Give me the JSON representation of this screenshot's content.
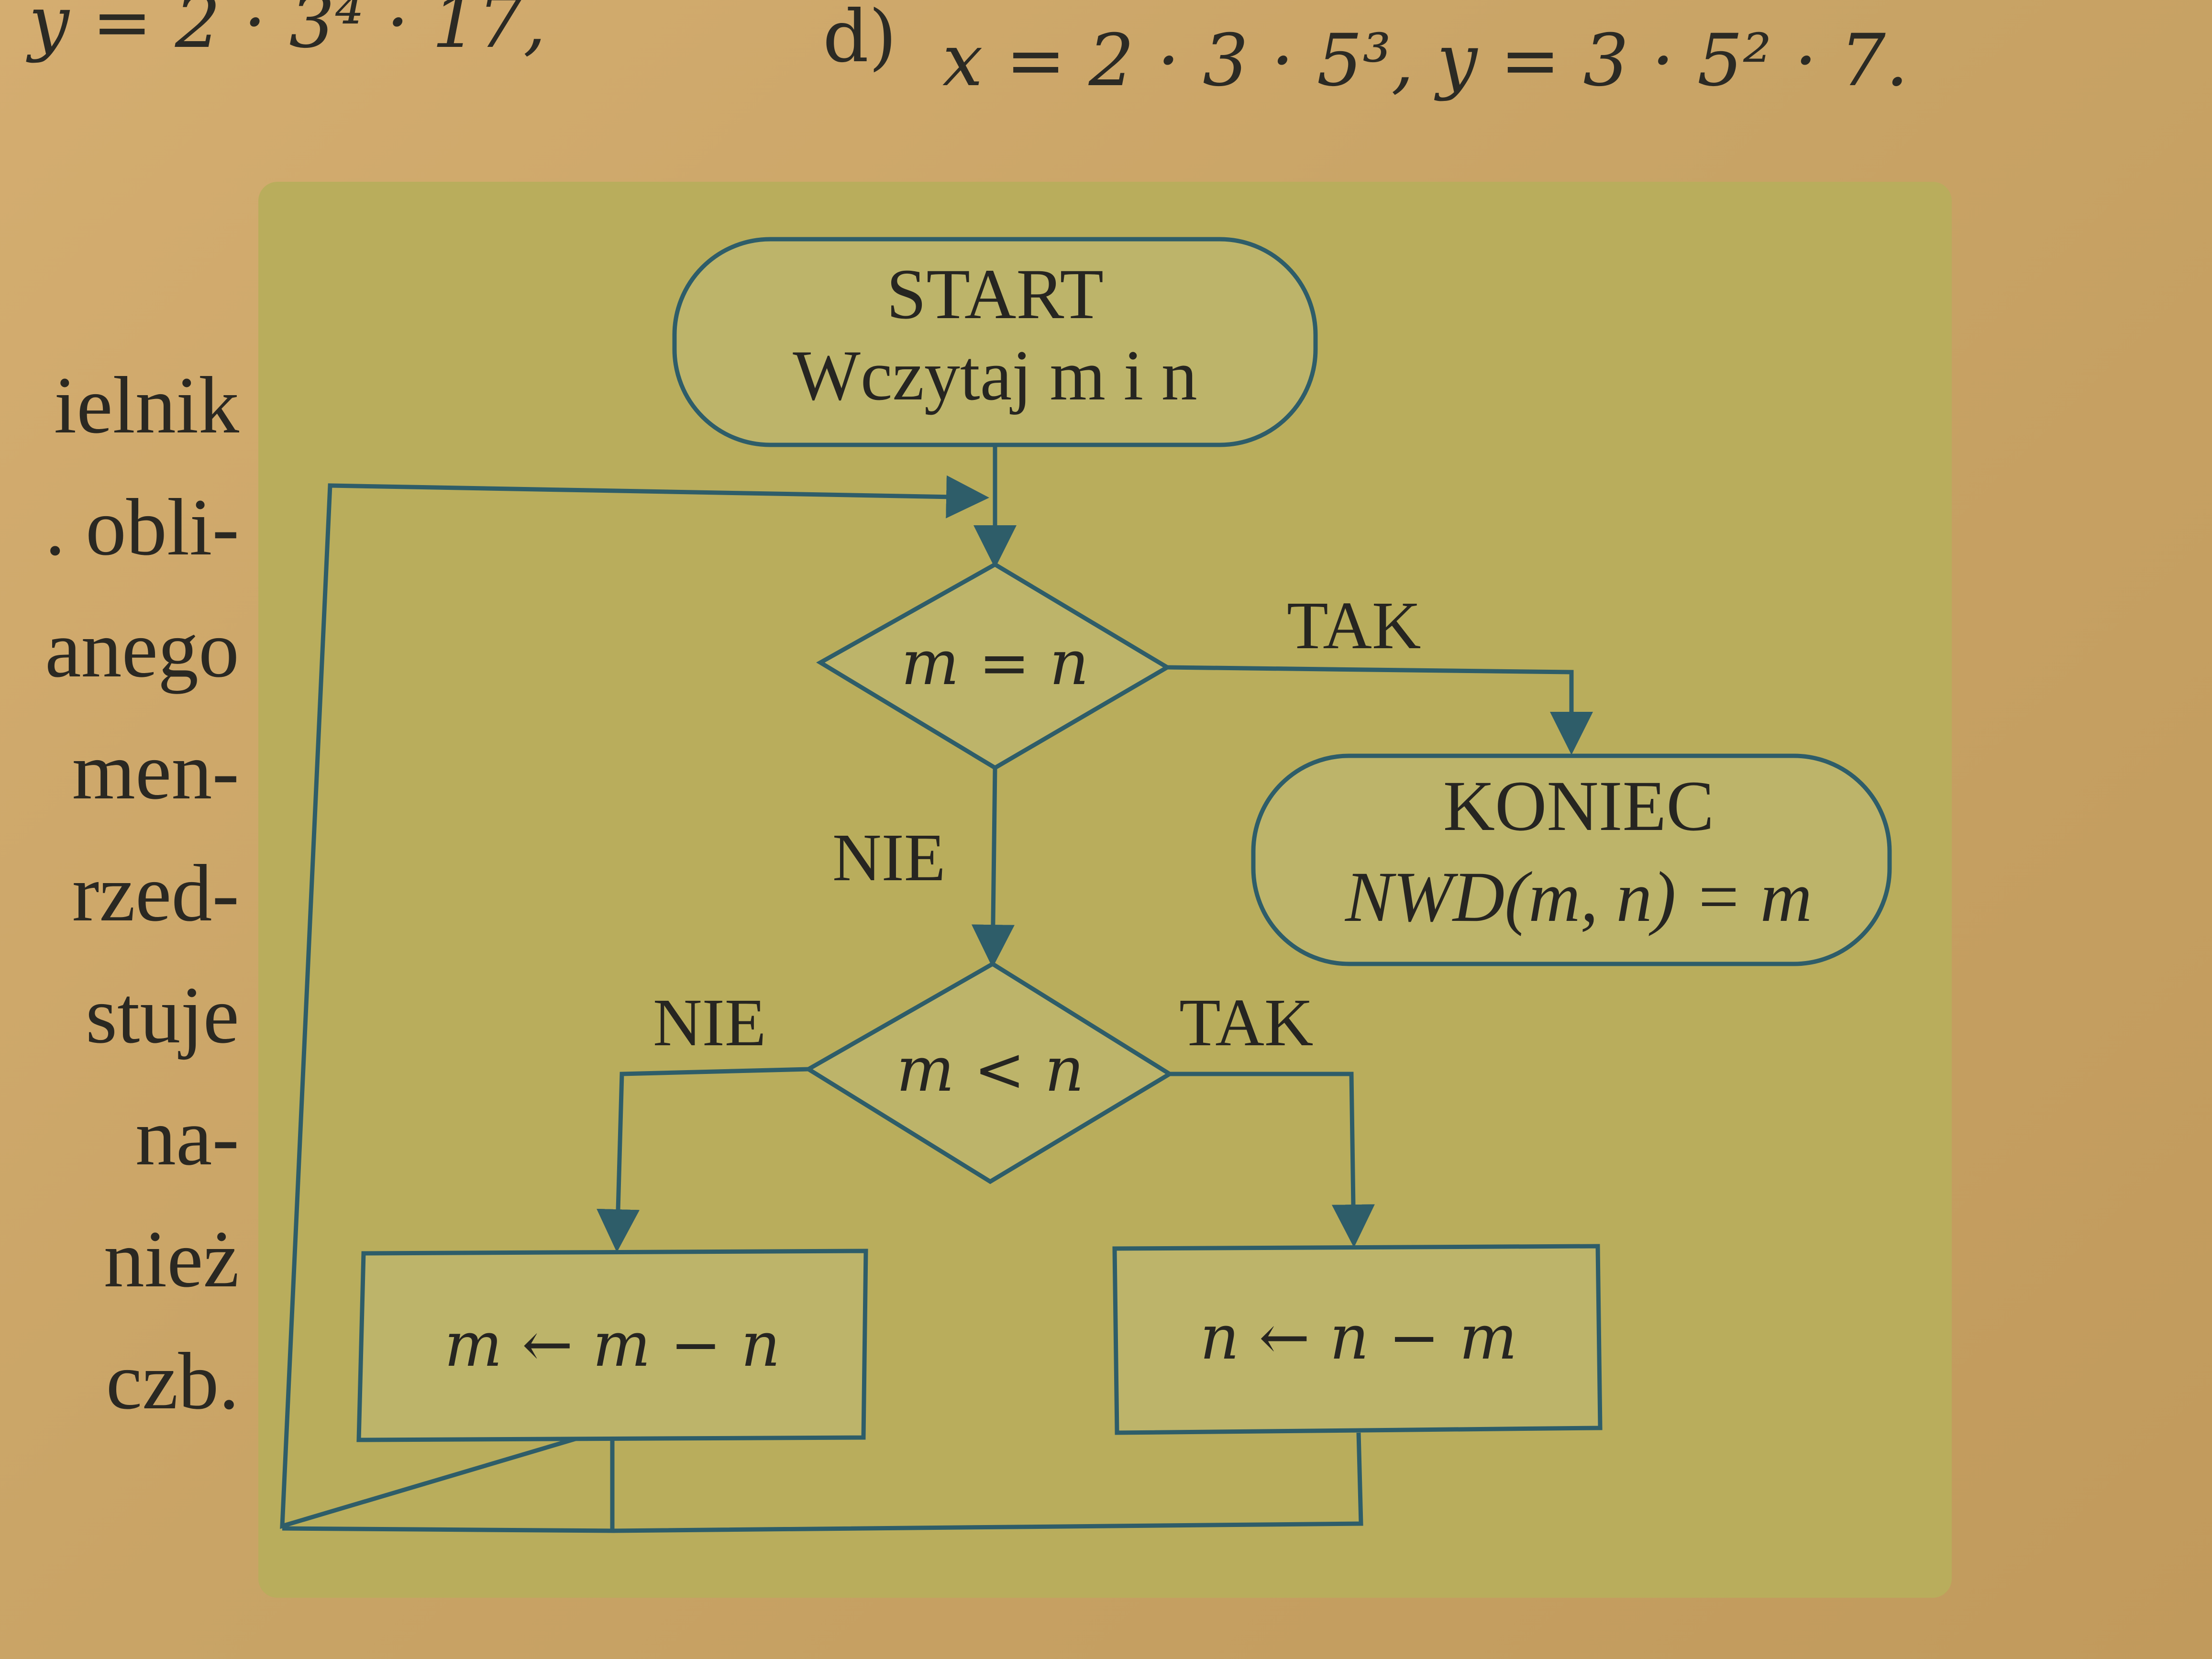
{
  "top_formulas": {
    "left": "y = 2 · 3⁴ · 17,",
    "right_label": "d)",
    "right": "x = 2 · 3 · 5³,  y = 3 · 5² · 7."
  },
  "margin_text": [
    "ielnik",
    ". obli-",
    "anego",
    "men-",
    "rzed-",
    "stuje",
    "na-",
    "nież",
    "czb."
  ],
  "flowchart": {
    "start": {
      "title": "START",
      "text": "Wczytaj m i n"
    },
    "decision1": {
      "text": "m = n",
      "yes": "TAK",
      "no": "NIE"
    },
    "end": {
      "title": "KONIEC",
      "text": "NWD(m, n) = m"
    },
    "decision2": {
      "text": "m < n",
      "yes": "TAK",
      "no": "NIE"
    },
    "process_left": {
      "text": "m ← m − n"
    },
    "process_right": {
      "text": "n ← n − m"
    }
  },
  "colors": {
    "panel": "#b9ad5c",
    "stroke": "#2e5d69",
    "page": "#caa36a"
  }
}
